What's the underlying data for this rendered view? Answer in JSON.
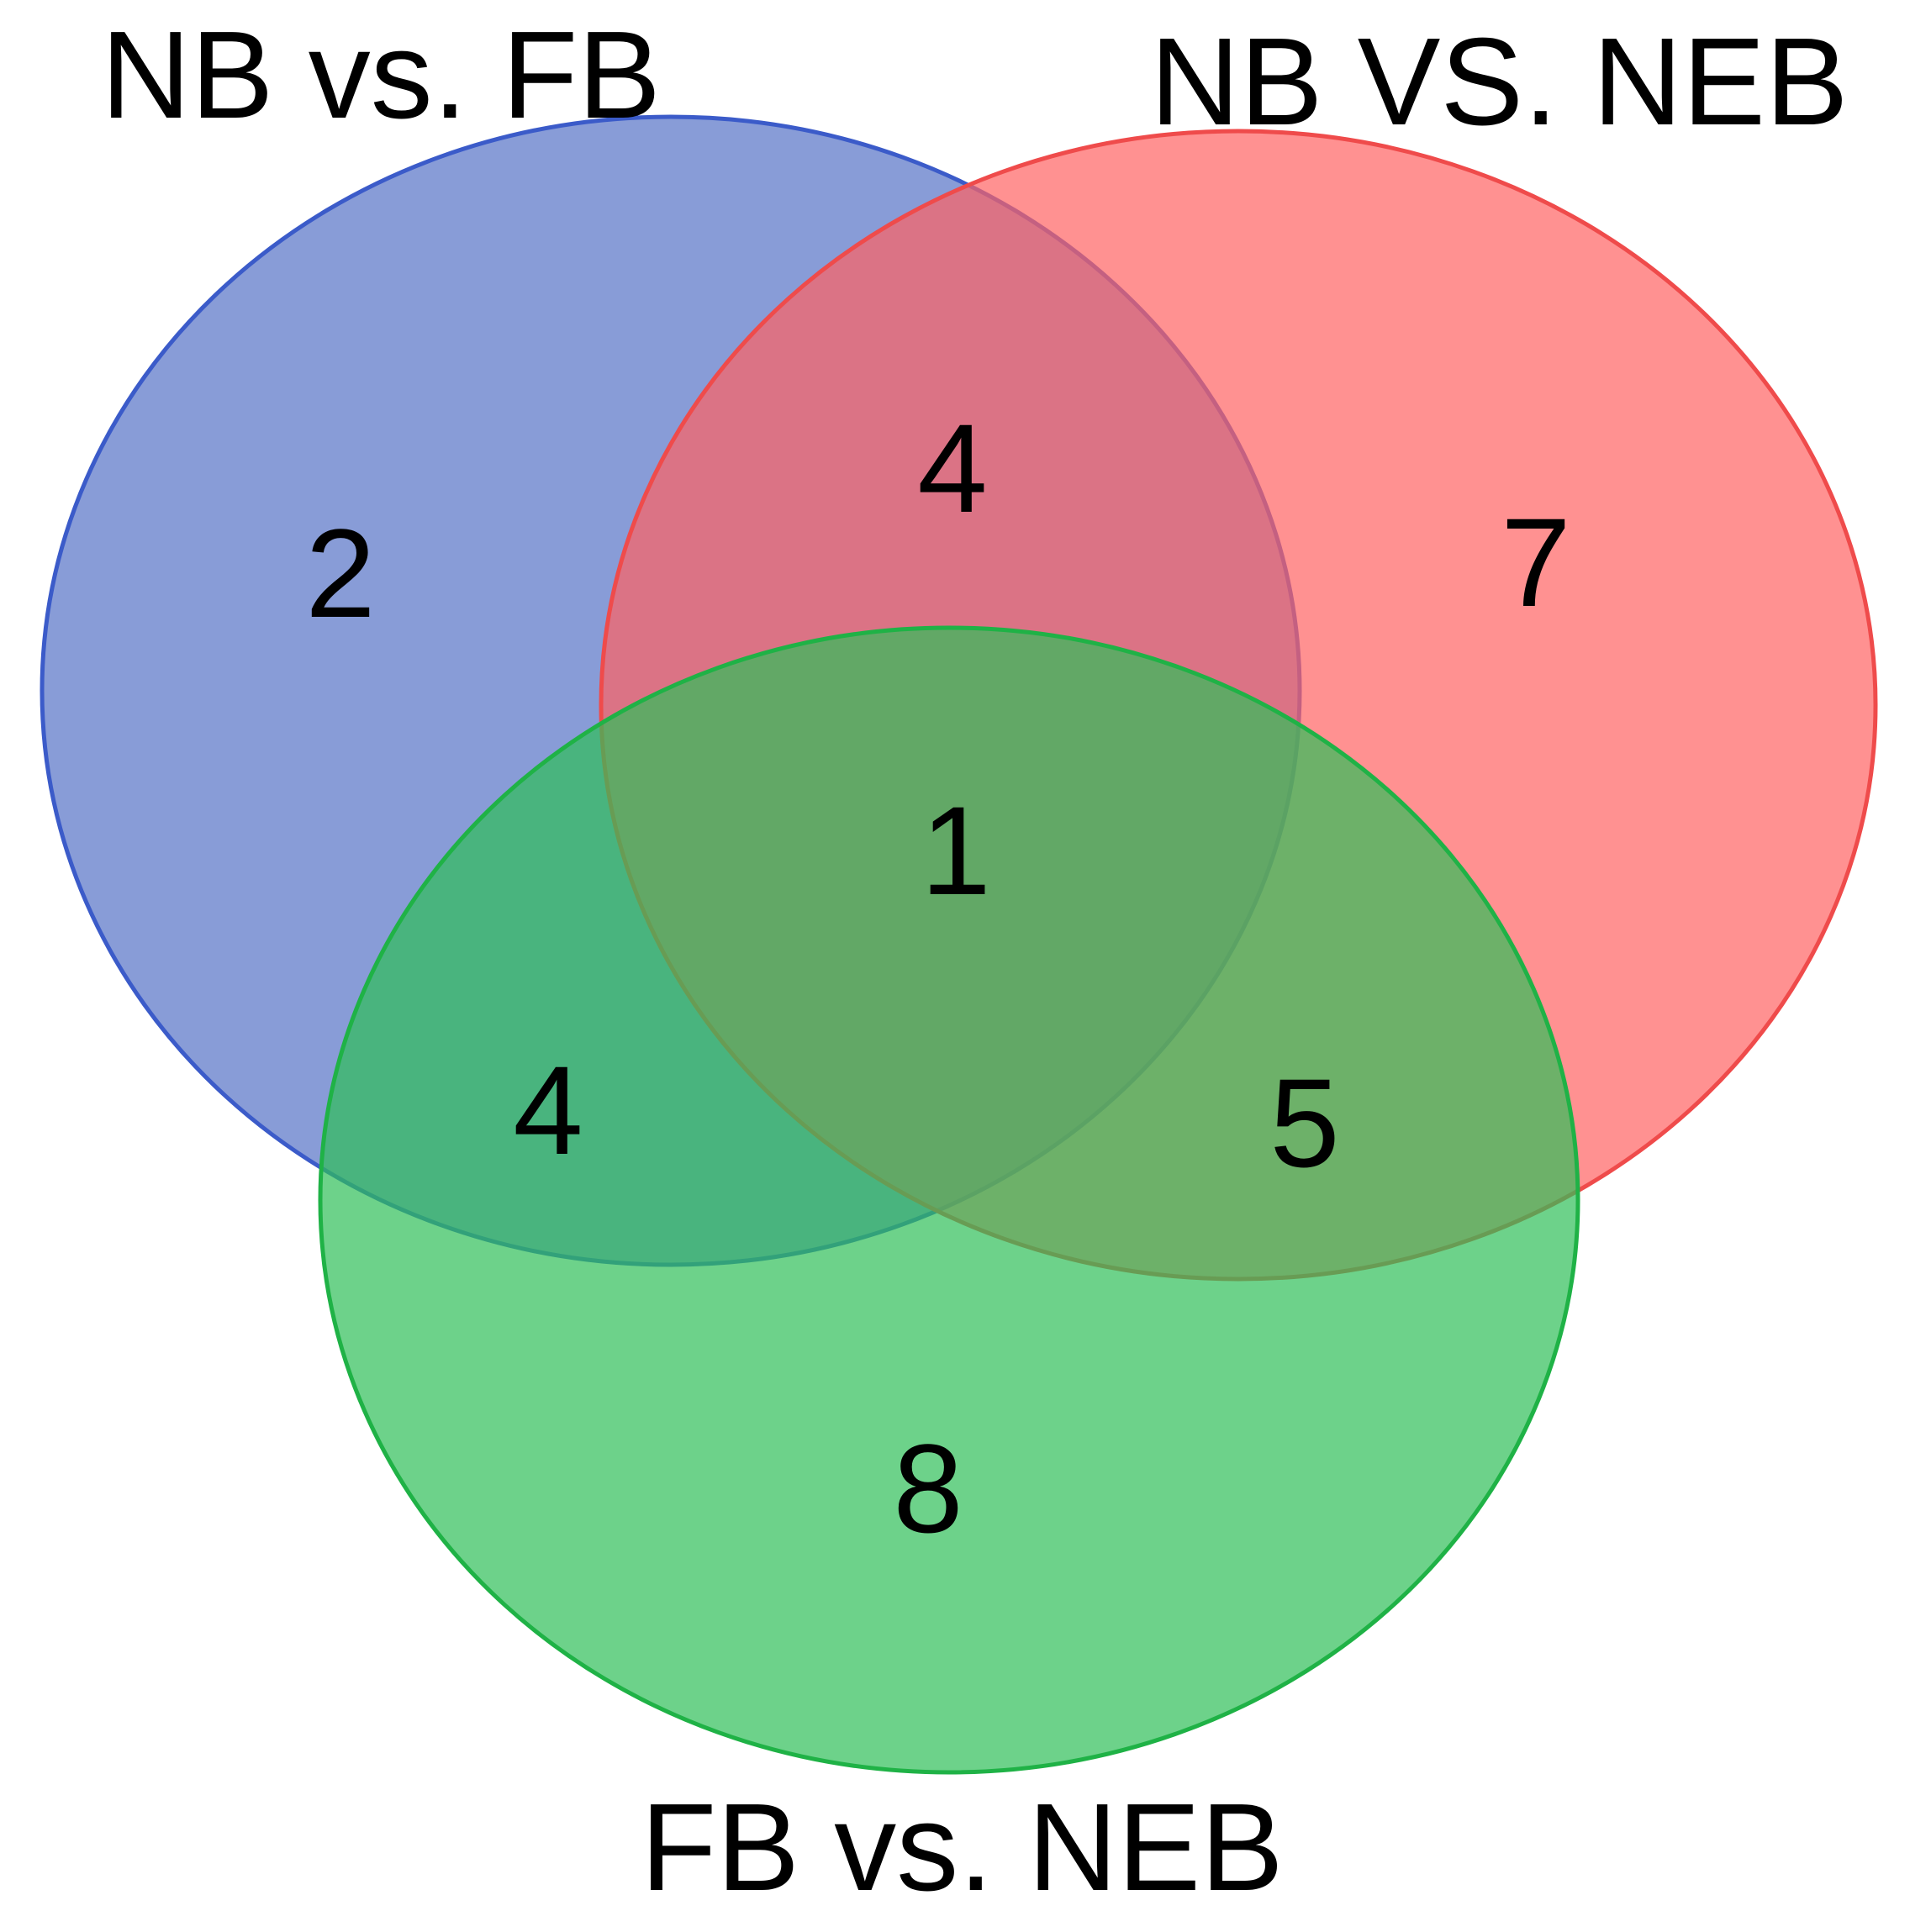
{
  "diagram": {
    "type": "venn",
    "sets": [
      {
        "id": "a",
        "label": "NB vs. FB",
        "color": "#5572c6",
        "stroke": "#3b5bc9"
      },
      {
        "id": "b",
        "label": "NB VS. NEB",
        "color": "#ff6363",
        "stroke": "#ef4b4b"
      },
      {
        "id": "c",
        "label": "FB vs. NEB",
        "color": "#2fbf58",
        "stroke": "#1fb246"
      }
    ],
    "regions": {
      "a_only": "2",
      "b_only": "7",
      "c_only": "8",
      "ab": "4",
      "ac": "4",
      "bc": "5",
      "abc": "1"
    }
  }
}
